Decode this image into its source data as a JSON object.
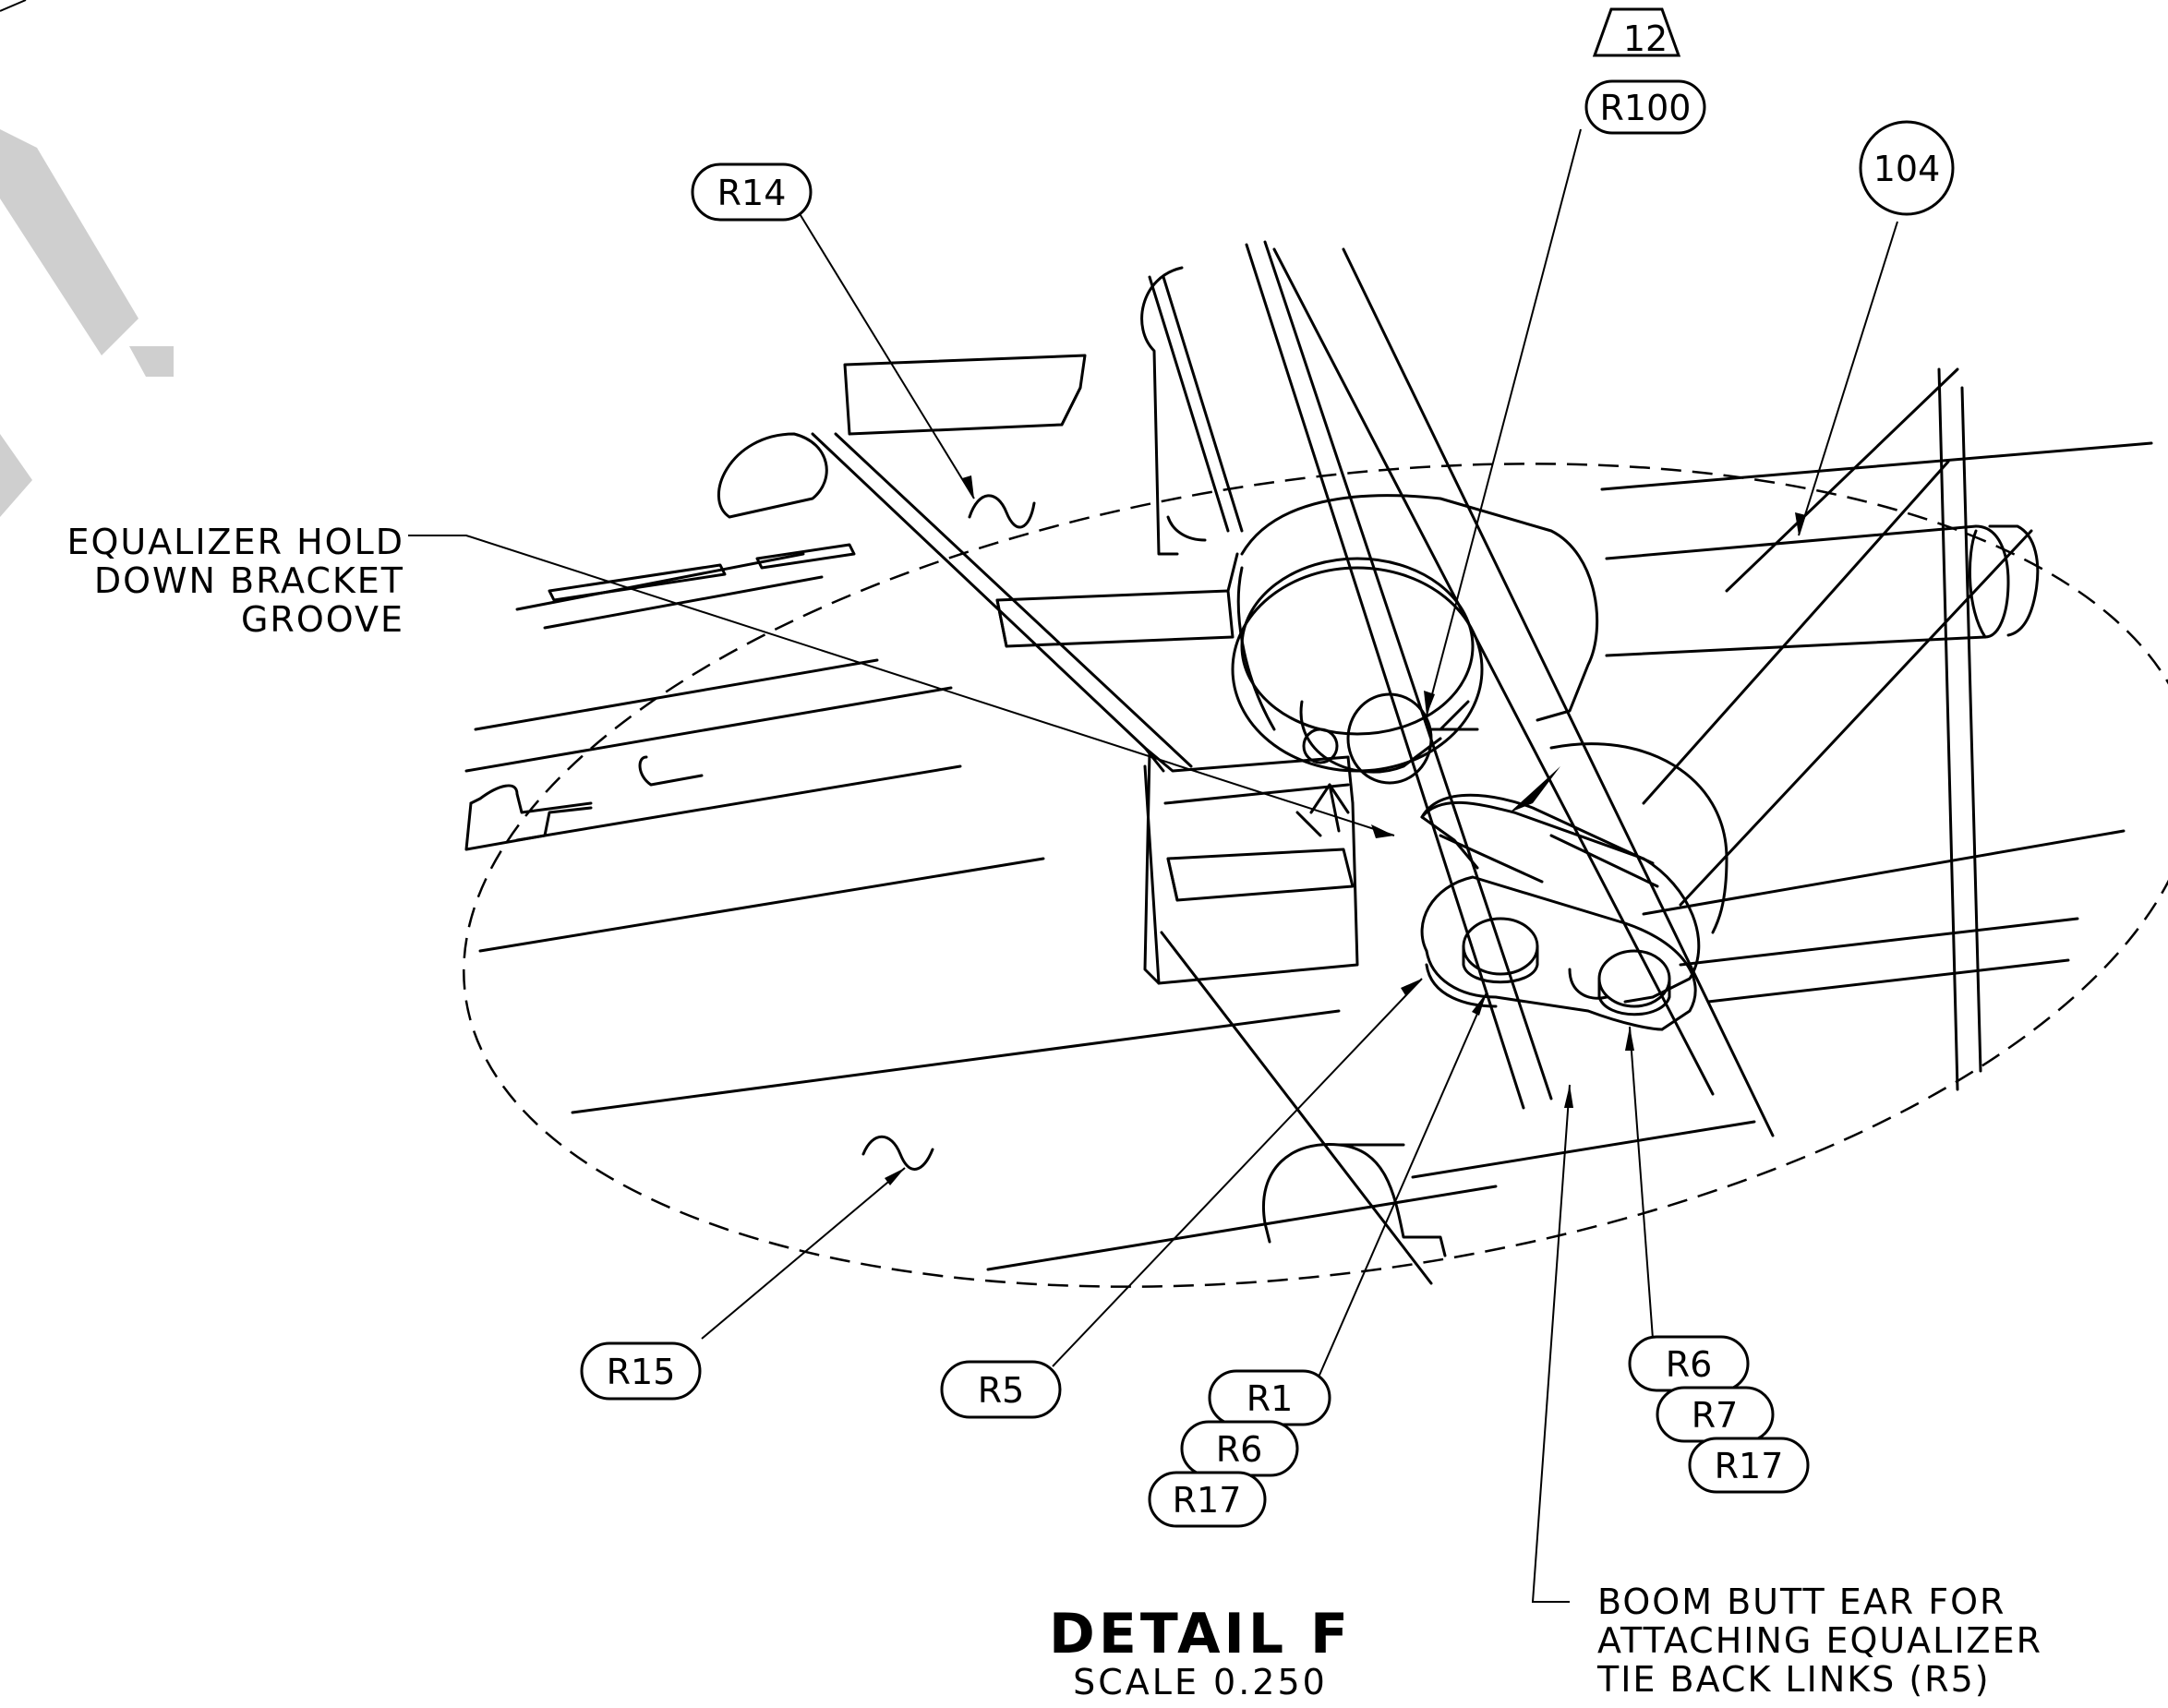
{
  "notes": {
    "equalizer_groove": [
      "EQUALIZER HOLD",
      "DOWN BRACKET",
      "GROOVE"
    ],
    "boom_butt_ear": [
      "BOOM BUTT EAR FOR",
      "ATTACHING EQUALIZER",
      "TIE BACK LINKS (R5)"
    ]
  },
  "balloons": {
    "triangle": "12",
    "r100": "R100",
    "n104": "104",
    "r14": "R14",
    "r15": "R15",
    "r5": "R5",
    "r1": "R1",
    "r6_left": "R6",
    "r17_left": "R17",
    "r6_right": "R6",
    "r7_right": "R7",
    "r17_right": "R17"
  },
  "title": {
    "detail": "DETAIL F",
    "scale": "SCALE 0.250"
  }
}
